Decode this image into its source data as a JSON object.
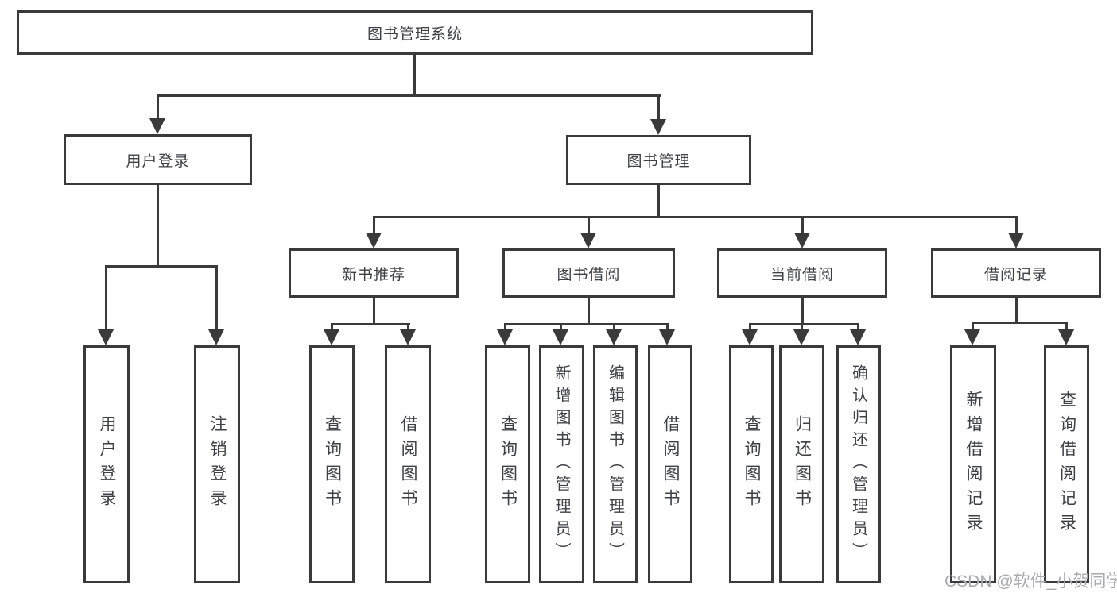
{
  "tree": {
    "label": "图书管理系统",
    "children": [
      {
        "label": "用户登录",
        "children": [
          {
            "label": "用户登录"
          },
          {
            "label": "注销登录"
          }
        ]
      },
      {
        "label": "图书管理",
        "children": [
          {
            "label": "新书推荐",
            "children": [
              {
                "label": "查询图书"
              },
              {
                "label": "借阅图书"
              }
            ]
          },
          {
            "label": "图书借阅",
            "children": [
              {
                "label": "查询图书"
              },
              {
                "label": "新增图书（管理员）"
              },
              {
                "label": "编辑图书（管理员）"
              },
              {
                "label": "借阅图书"
              }
            ]
          },
          {
            "label": "当前借阅",
            "children": [
              {
                "label": "查询图书"
              },
              {
                "label": "归还图书"
              },
              {
                "label": "确认归还（管理员）"
              }
            ]
          },
          {
            "label": "借阅记录",
            "children": [
              {
                "label": "新增借阅记录"
              },
              {
                "label": "查询借阅记录"
              }
            ]
          }
        ]
      }
    ]
  },
  "watermark": {
    "text": "CSDN @软件_小贺同学"
  },
  "colors": {
    "line": "#3a3a3a",
    "text": "#3d4146",
    "watermark": "#a8abae",
    "background": "#ffffff"
  }
}
